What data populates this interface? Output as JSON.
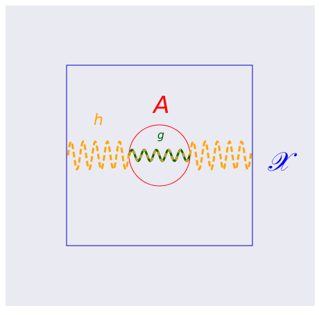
{
  "diagram": {
    "background_color": "#eaeaf2",
    "labels": {
      "set_A": "A",
      "set_X": "𝒳",
      "function_h": "h",
      "function_g": "g"
    },
    "colors": {
      "square_X": "#0000cc",
      "circle_A": "#ff0000",
      "label_A": "#ff0000",
      "label_X": "#0000ff",
      "curve_h": "#ffa500",
      "curve_g": "#006400",
      "label_h": "#ffa500",
      "label_g": "#006400"
    }
  }
}
